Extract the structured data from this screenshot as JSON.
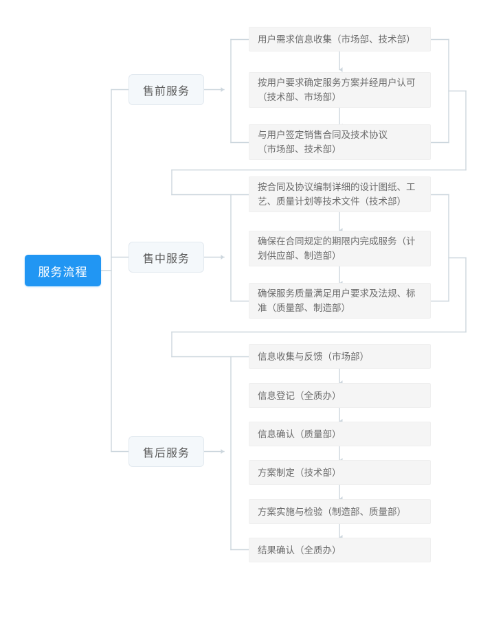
{
  "diagram": {
    "title": "服务流程",
    "root": {
      "label": "服务流程",
      "color": "#2196f3"
    },
    "connector_color": "#ccd6dd",
    "leaf_bg": "#f5f5f5",
    "branches": [
      {
        "label": "售前服务",
        "steps": [
          "用户需求信息收集（市场部、技术部）",
          "按用户要求确定服务方案并经用户认可\n（技术部、市场部）",
          "与用户签定销售合同及技术协议\n（市场部、技术部）"
        ]
      },
      {
        "label": "售中服务",
        "steps": [
          "按合同及协议编制详细的设计图纸、工\n艺、质量计划等技术文件（技术部）",
          "确保在合同规定的期限内完成服务（计\n划供应部、制造部）",
          "确保服务质量满足用户要求及法规、标\n准（质量部、制造部）"
        ]
      },
      {
        "label": "售后服务",
        "steps": [
          "信息收集与反馈（市场部）",
          "信息登记（全质办）",
          "信息确认（质量部）",
          "方案制定（技术部）",
          "方案实施与检验（制造部、质量部）",
          "结果确认（全质办）"
        ]
      }
    ]
  }
}
